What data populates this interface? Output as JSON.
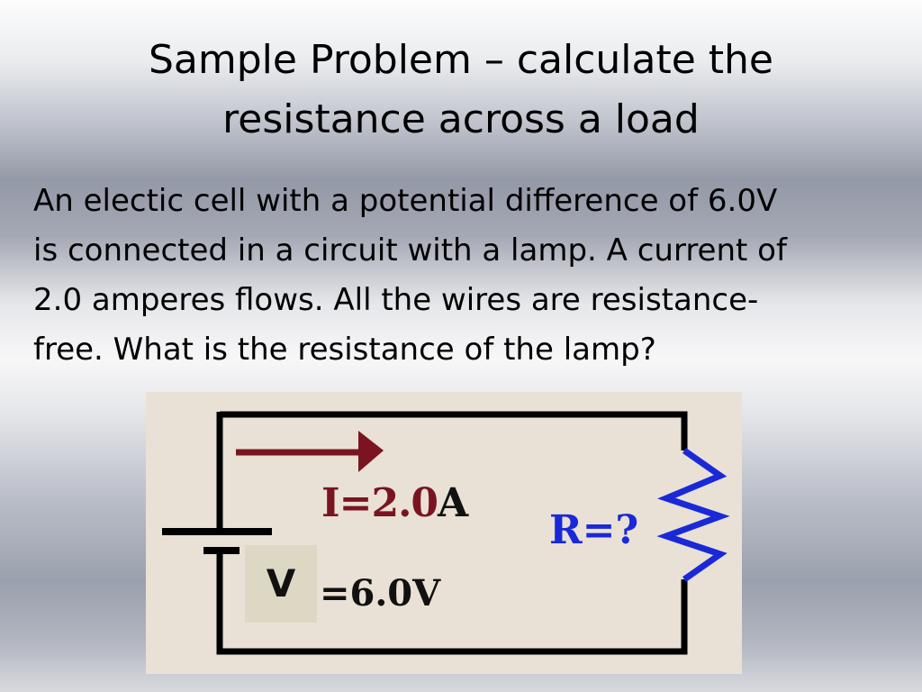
{
  "slide": {
    "title_line1": "Sample Problem – calculate the",
    "title_line2": "resistance across a load",
    "body_lines": [
      "An electic cell with a potential difference of 6.0V",
      "is connected in a circuit with a lamp. A current of",
      "2.0 amperes flows. All the wires are resistance-",
      "free. What is the resistance of the lamp?"
    ]
  },
  "diagram": {
    "current_text": "I=2.0",
    "current_unit": "A",
    "resistance_text": "R=?",
    "voltage_symbol": "V",
    "voltage_value": "=6.0V",
    "colors": {
      "wire": "#000000",
      "current_arrow": "#7a1421",
      "resistor": "#1a29d8",
      "background": "#e9e1d5"
    }
  }
}
